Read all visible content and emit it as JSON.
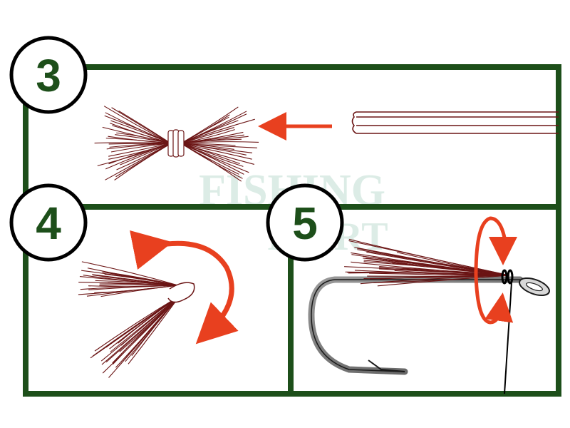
{
  "steps": [
    {
      "number": "3"
    },
    {
      "number": "4"
    },
    {
      "number": "5"
    }
  ],
  "watermark": {
    "line1": "FISHING",
    "line2": "MART"
  },
  "colors": {
    "frame": "#1d4f1a",
    "arrow": "#e8401f",
    "fiber": "#6b1515",
    "hook": "#707070"
  }
}
